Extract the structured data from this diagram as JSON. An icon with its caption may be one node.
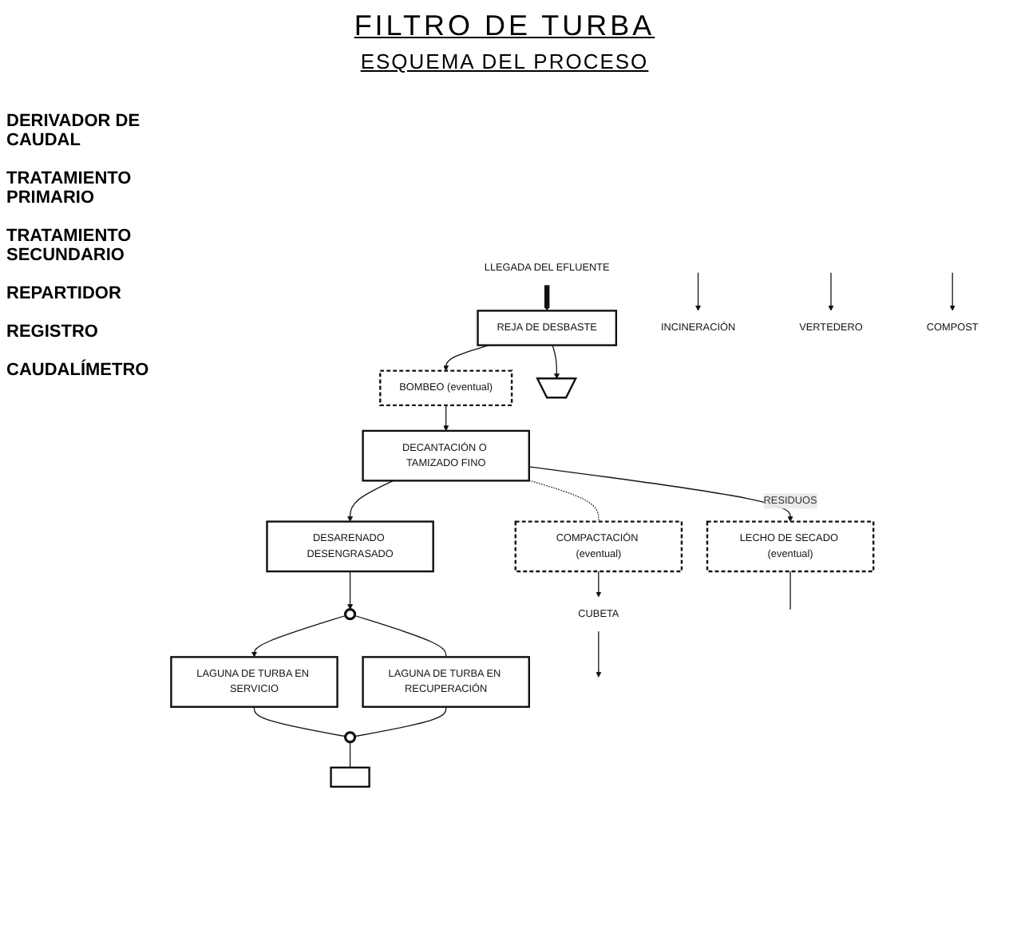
{
  "diagram": {
    "title": "FILTRO DE TURBA",
    "nodes": [
      {
        "text": [
          "LLEGADA DEL EFLUENTE"
        ]
      },
      {
        "text": [
          "REJA DE DESBASTE"
        ]
      },
      {
        "text": [
          "BOMBEO (eventual)"
        ]
      },
      {
        "text": [
          "DECANTACIÓN O TAMIZADO FINO"
        ]
      },
      {
        "text": [
          "DESARENADO DESENGRASADO"
        ]
      },
      {
        "text": [],
        "shape": "circle"
      },
      {
        "text": [
          "LAGUNA DE TURBA EN SERVICIO"
        ]
      },
      {
        "text": [
          "LAGUNA DE TURBA EN RECUPERACIÓN"
        ]
      },
      {
        "text": [],
        "shape": "circle"
      },
      {
        "text": [],
        "shape": "box"
      },
      {
        "text": [],
        "shape": "bin"
      },
      {
        "text": [
          "LECHO DE SECADO (eventual)"
        ]
      },
      {
        "text": [
          "COMPACTACIÓN (eventual)"
        ]
      },
      {
        "text": [
          "CUBETA"
        ]
      },
      {
        "text": [
          "INCINERACIÓN"
        ]
      },
      {
        "text": [
          "VERTEDERO"
        ]
      },
      {
        "text": [
          "COMPOST"
        ]
      }
    ],
    "edges": [
      {
        "from": 0,
        "to": 1,
        "arrow": "to",
        "style": "thick"
      },
      {
        "from": 1,
        "to": 2,
        "arrow": "to"
      },
      {
        "from": 1,
        "to": 10,
        "arrow": "to"
      },
      {
        "from": 2,
        "to": 3,
        "arrow": "to"
      },
      {
        "from": 3,
        "to": 4,
        "arrow": "to"
      },
      {
        "from": 3,
        "to": 11,
        "arrow": "to",
        "label": "RESIDUOS"
      },
      {
        "from": 3,
        "to": 12,
        "arrow": "none",
        "style": "dashed"
      },
      {
        "from": 12,
        "to": 13,
        "arrow": "to"
      },
      {
        "from": 11,
        "to": null,
        "arrow": "none"
      },
      {
        "from": 13,
        "to": null,
        "arrow": "to"
      },
      {
        "from": null,
        "to": 14,
        "arrow": "to"
      },
      {
        "from": null,
        "to": 15,
        "arrow": "to"
      },
      {
        "from": null,
        "to": 16,
        "arrow": "to"
      },
      {
        "from": 4,
        "to": 5,
        "arrow": "to"
      },
      {
        "from": 5,
        "to": 6,
        "arrow": "to"
      },
      {
        "from": 5,
        "to": 7,
        "arrow": "none"
      },
      {
        "from": 6,
        "to": 8,
        "arrow": "none"
      },
      {
        "from": 7,
        "to": 8,
        "arrow": "none"
      },
      {
        "from": 8,
        "to": 9,
        "arrow": "none"
      }
    ],
    "labels": [
      "ESQUEMA DEL PROCESO",
      "DERIVADOR DE CAUDAL",
      "TRATAMIENTO PRIMARIO",
      "TRATAMIENTO SECUNDARIO",
      "REPARTIDOR",
      "REGISTRO",
      "CAUDALÍMETRO"
    ]
  }
}
